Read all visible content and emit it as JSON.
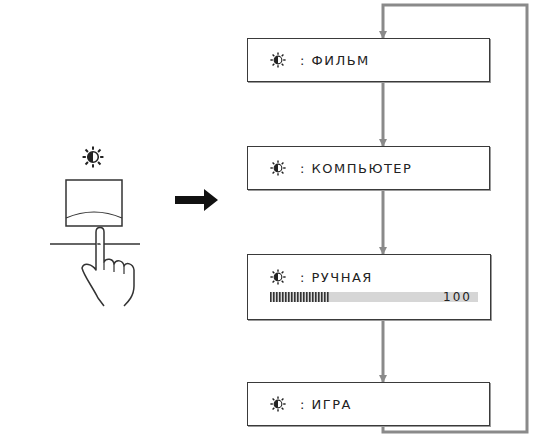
{
  "diagram": {
    "nodes": [
      {
        "text": [
          ": ФИЛЬМ"
        ]
      },
      {
        "text": [
          ": КОМПЬЮТЕР"
        ]
      },
      {
        "text": [
          ": РУЧНАЯ",
          "100"
        ]
      },
      {
        "text": [
          ": ИГРА"
        ]
      }
    ],
    "edges": [
      {
        "from": 0,
        "to": 1,
        "arrow": "to"
      },
      {
        "from": 1,
        "to": 2,
        "arrow": "to"
      },
      {
        "from": 2,
        "to": 3,
        "arrow": "to"
      },
      {
        "from": 3,
        "to": 0,
        "arrow": "to"
      }
    ]
  }
}
